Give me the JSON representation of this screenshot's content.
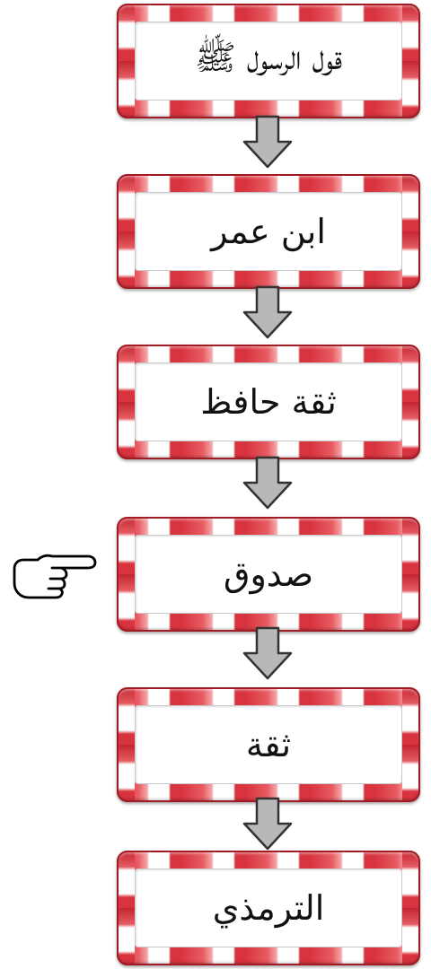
{
  "chain": {
    "nodes": [
      {
        "label": "قول الرسول ﷺ"
      },
      {
        "label": "ابن عمر"
      },
      {
        "label": "ثقة حافظ"
      },
      {
        "label": "صدوق"
      },
      {
        "label": "ثقة"
      },
      {
        "label": "الترمذي"
      }
    ],
    "highlighted_index": 3,
    "pointer_icon": "pointing-hand-icon",
    "arrow_icon": "arrow-down-icon"
  },
  "colors": {
    "frame_red": "#d8343f",
    "frame_white": "#ffffff",
    "arrow_gray": "#b8b8b8",
    "arrow_outline": "#333333"
  }
}
